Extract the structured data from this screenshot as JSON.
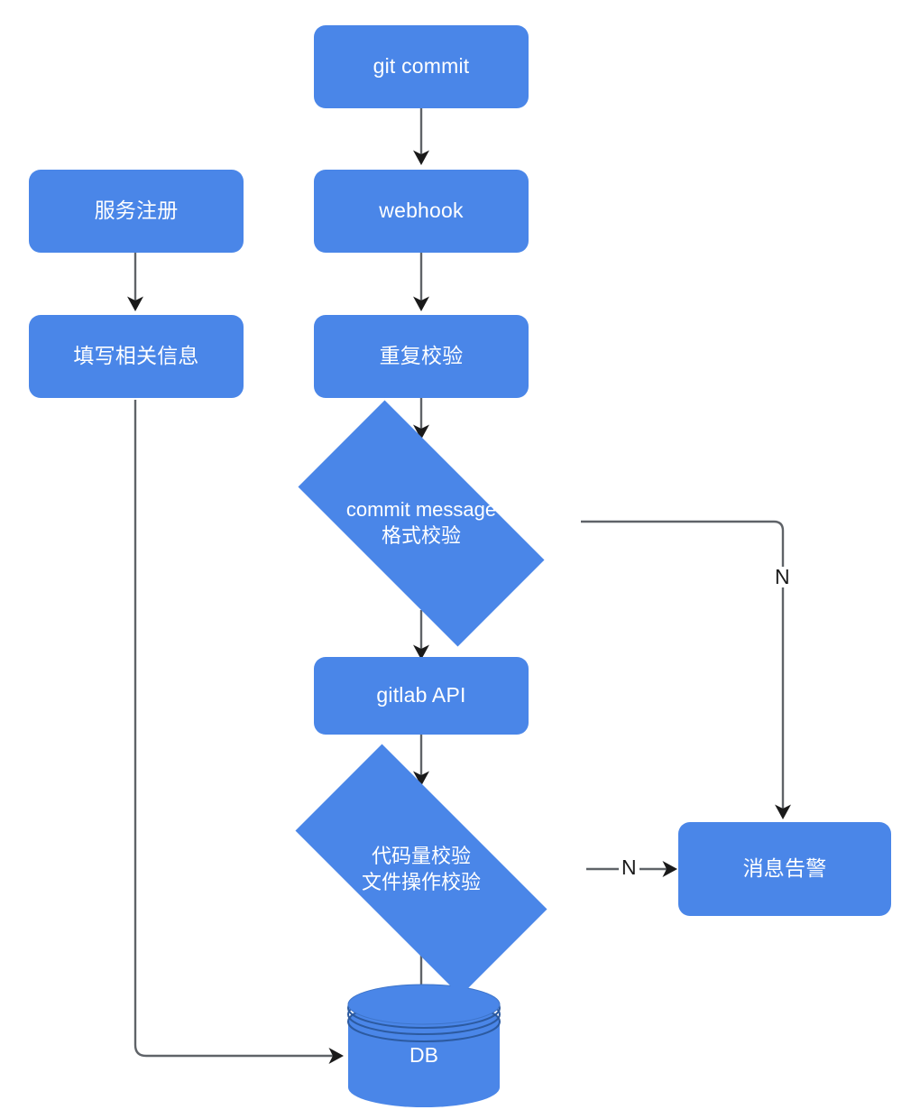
{
  "diagram": {
    "title": "git commit validation flow",
    "colors": {
      "node_fill": "#4a86e8",
      "node_text": "#ffffff",
      "edge_stroke": "#5f6368",
      "arrow_head": "#1a1a1a",
      "background": "#ffffff"
    },
    "nodes": [
      {
        "id": "git-commit",
        "label": "git commit",
        "shape": "rounded-rect"
      },
      {
        "id": "webhook",
        "label": "webhook",
        "shape": "rounded-rect"
      },
      {
        "id": "duplicate-check",
        "label": "重复校验",
        "shape": "rounded-rect"
      },
      {
        "id": "service-register",
        "label": "服务注册",
        "shape": "rounded-rect"
      },
      {
        "id": "fill-info",
        "label": "填写相关信息",
        "shape": "rounded-rect"
      },
      {
        "id": "commit-msg-check",
        "label": "commit message\n格式校验",
        "shape": "diamond"
      },
      {
        "id": "gitlab-api",
        "label": "gitlab API",
        "shape": "rounded-rect"
      },
      {
        "id": "code-file-check",
        "label": "代码量校验\n文件操作校验",
        "shape": "diamond"
      },
      {
        "id": "message-alert",
        "label": "消息告警",
        "shape": "rounded-rect"
      },
      {
        "id": "db",
        "label": "DB",
        "shape": "cylinder"
      }
    ],
    "edges": [
      {
        "from": "git-commit",
        "to": "webhook",
        "label": ""
      },
      {
        "from": "webhook",
        "to": "duplicate-check",
        "label": ""
      },
      {
        "from": "duplicate-check",
        "to": "commit-msg-check",
        "label": ""
      },
      {
        "from": "commit-msg-check",
        "to": "gitlab-api",
        "label": ""
      },
      {
        "from": "commit-msg-check",
        "to": "message-alert",
        "label": "N"
      },
      {
        "from": "gitlab-api",
        "to": "code-file-check",
        "label": ""
      },
      {
        "from": "code-file-check",
        "to": "message-alert",
        "label": "N"
      },
      {
        "from": "code-file-check",
        "to": "db",
        "label": ""
      },
      {
        "from": "service-register",
        "to": "fill-info",
        "label": ""
      },
      {
        "from": "fill-info",
        "to": "db",
        "label": ""
      }
    ],
    "edge_labels": {
      "commit_msg_no": "N",
      "code_check_no": "N"
    }
  }
}
